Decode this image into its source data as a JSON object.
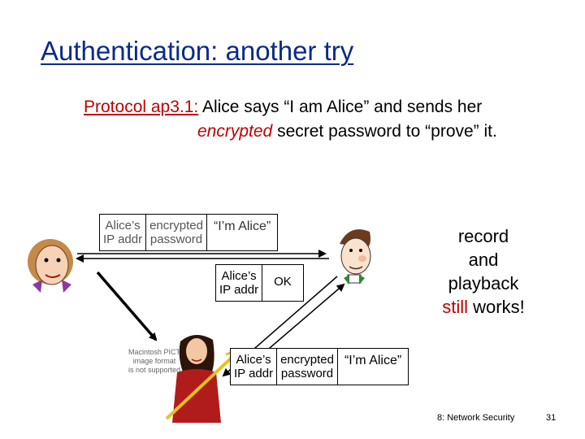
{
  "title": "Authentication: another try",
  "protocol": {
    "label": "Protocol ap3.1:",
    "text1": "Alice says “I am Alice” and sends her",
    "encrypted_word": "encrypted",
    "text2": "secret password to “prove” it."
  },
  "message_top": {
    "ip_line1": "Alice’s",
    "ip_line2": "IP addr",
    "pw_line1": "encrypted",
    "pw_line2": "password",
    "claim": "“I’m Alice”"
  },
  "reply": {
    "ip_line1": "Alice’s",
    "ip_line2": "IP addr",
    "ok": "OK"
  },
  "message_bottom": {
    "ip_line1": "Alice’s",
    "ip_line2": "IP addr",
    "pw_line1": "encrypted",
    "pw_line2": "password",
    "claim": "“I’m Alice”"
  },
  "side_note": {
    "line1": "record",
    "line2": "and",
    "line3": "playback",
    "still": "still",
    "works": "works!"
  },
  "pict_placeholder": {
    "line1": "Macintosh PICT",
    "line2": "image format",
    "line3": "is not supported"
  },
  "footer": {
    "course": "8: Network Security",
    "page": "31"
  },
  "colors": {
    "title": "#0b2a8c",
    "highlight": "#c00000",
    "arrow": "#000000",
    "trudy_dress": "#b01c1c",
    "pitchfork": "#e8c21a"
  },
  "icons": [
    "alice-face-icon",
    "bob-face-icon",
    "trudy-figure-icon"
  ]
}
